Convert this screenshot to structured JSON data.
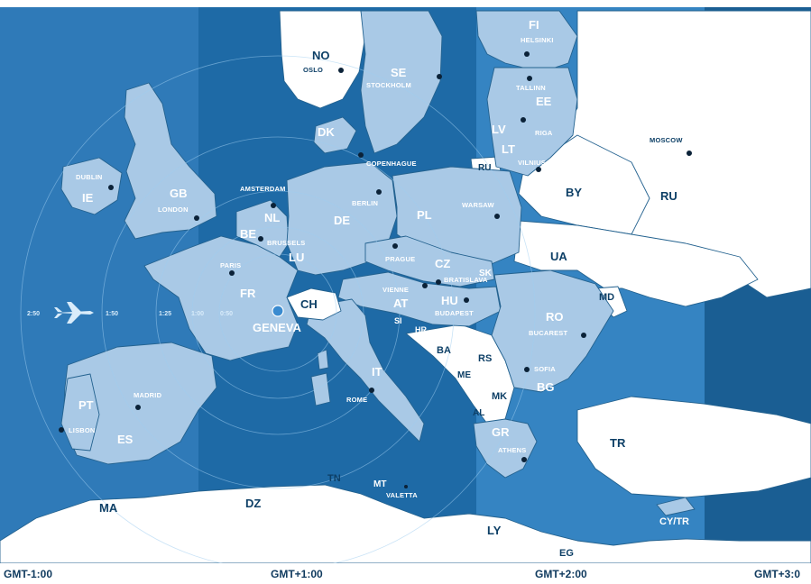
{
  "map": {
    "colors": {
      "sea_gmt_minus1": "#2f7ab8",
      "sea_gmt_plus1": "#1e6aa6",
      "sea_gmt_plus2": "#3584c2",
      "sea_gmt_plus3": "#1a5e93",
      "land_light": "#a9c9e6",
      "land_white": "#ffffff",
      "airport_marker": "#3a8bd0"
    },
    "time_zones": [
      {
        "label": "GMT-1:00"
      },
      {
        "label": "GMT+1:00"
      },
      {
        "label": "GMT+2:00"
      },
      {
        "label": "GMT+3:0"
      }
    ],
    "flight_ring_labels": [
      "2:50",
      "1:50",
      "1:25",
      "1:00",
      "0:50"
    ],
    "hub": {
      "code": "CH",
      "city": "GENEVA"
    },
    "countries": [
      {
        "code": "NO",
        "city": "OSLO"
      },
      {
        "code": "SE",
        "city": "STOCKHOLM"
      },
      {
        "code": "FI",
        "city": "HELSINKI"
      },
      {
        "code": "EE",
        "city": "TALLINN"
      },
      {
        "code": "LV",
        "city": "RIGA"
      },
      {
        "code": "LT",
        "city": "VILNIUS"
      },
      {
        "code": "RU",
        "city": "MOSCOW"
      },
      {
        "code": "RU",
        "city": ""
      },
      {
        "code": "BY",
        "city": ""
      },
      {
        "code": "UA",
        "city": ""
      },
      {
        "code": "MD",
        "city": ""
      },
      {
        "code": "DK",
        "city": "COPENHAGUE"
      },
      {
        "code": "IE",
        "city": "DUBLIN"
      },
      {
        "code": "GB",
        "city": "LONDON"
      },
      {
        "code": "NL",
        "city": "AMSTERDAM"
      },
      {
        "code": "BE",
        "city": "BRUSSELS"
      },
      {
        "code": "LU",
        "city": ""
      },
      {
        "code": "DE",
        "city": "BERLIN"
      },
      {
        "code": "PL",
        "city": "WARSAW"
      },
      {
        "code": "CZ",
        "city": "PRAGUE"
      },
      {
        "code": "SK",
        "city": "BRATISLAVA"
      },
      {
        "code": "AT",
        "city": "VIENNE"
      },
      {
        "code": "HU",
        "city": "BUDAPEST"
      },
      {
        "code": "SI",
        "city": ""
      },
      {
        "code": "HR",
        "city": ""
      },
      {
        "code": "BA",
        "city": ""
      },
      {
        "code": "RS",
        "city": ""
      },
      {
        "code": "ME",
        "city": ""
      },
      {
        "code": "MK",
        "city": ""
      },
      {
        "code": "AL",
        "city": ""
      },
      {
        "code": "RO",
        "city": "BUCAREST"
      },
      {
        "code": "BG",
        "city": "SOFIA"
      },
      {
        "code": "GR",
        "city": "ATHENS"
      },
      {
        "code": "TR",
        "city": ""
      },
      {
        "code": "CY/TR",
        "city": ""
      },
      {
        "code": "FR",
        "city": "PARIS"
      },
      {
        "code": "IT",
        "city": "ROME"
      },
      {
        "code": "PT",
        "city": "LISBON"
      },
      {
        "code": "ES",
        "city": "MADRID"
      },
      {
        "code": "MT",
        "city": "VALETTA"
      },
      {
        "code": "MA",
        "city": ""
      },
      {
        "code": "DZ",
        "city": ""
      },
      {
        "code": "TN",
        "city": ""
      },
      {
        "code": "LY",
        "city": ""
      },
      {
        "code": "EG",
        "city": ""
      }
    ]
  }
}
